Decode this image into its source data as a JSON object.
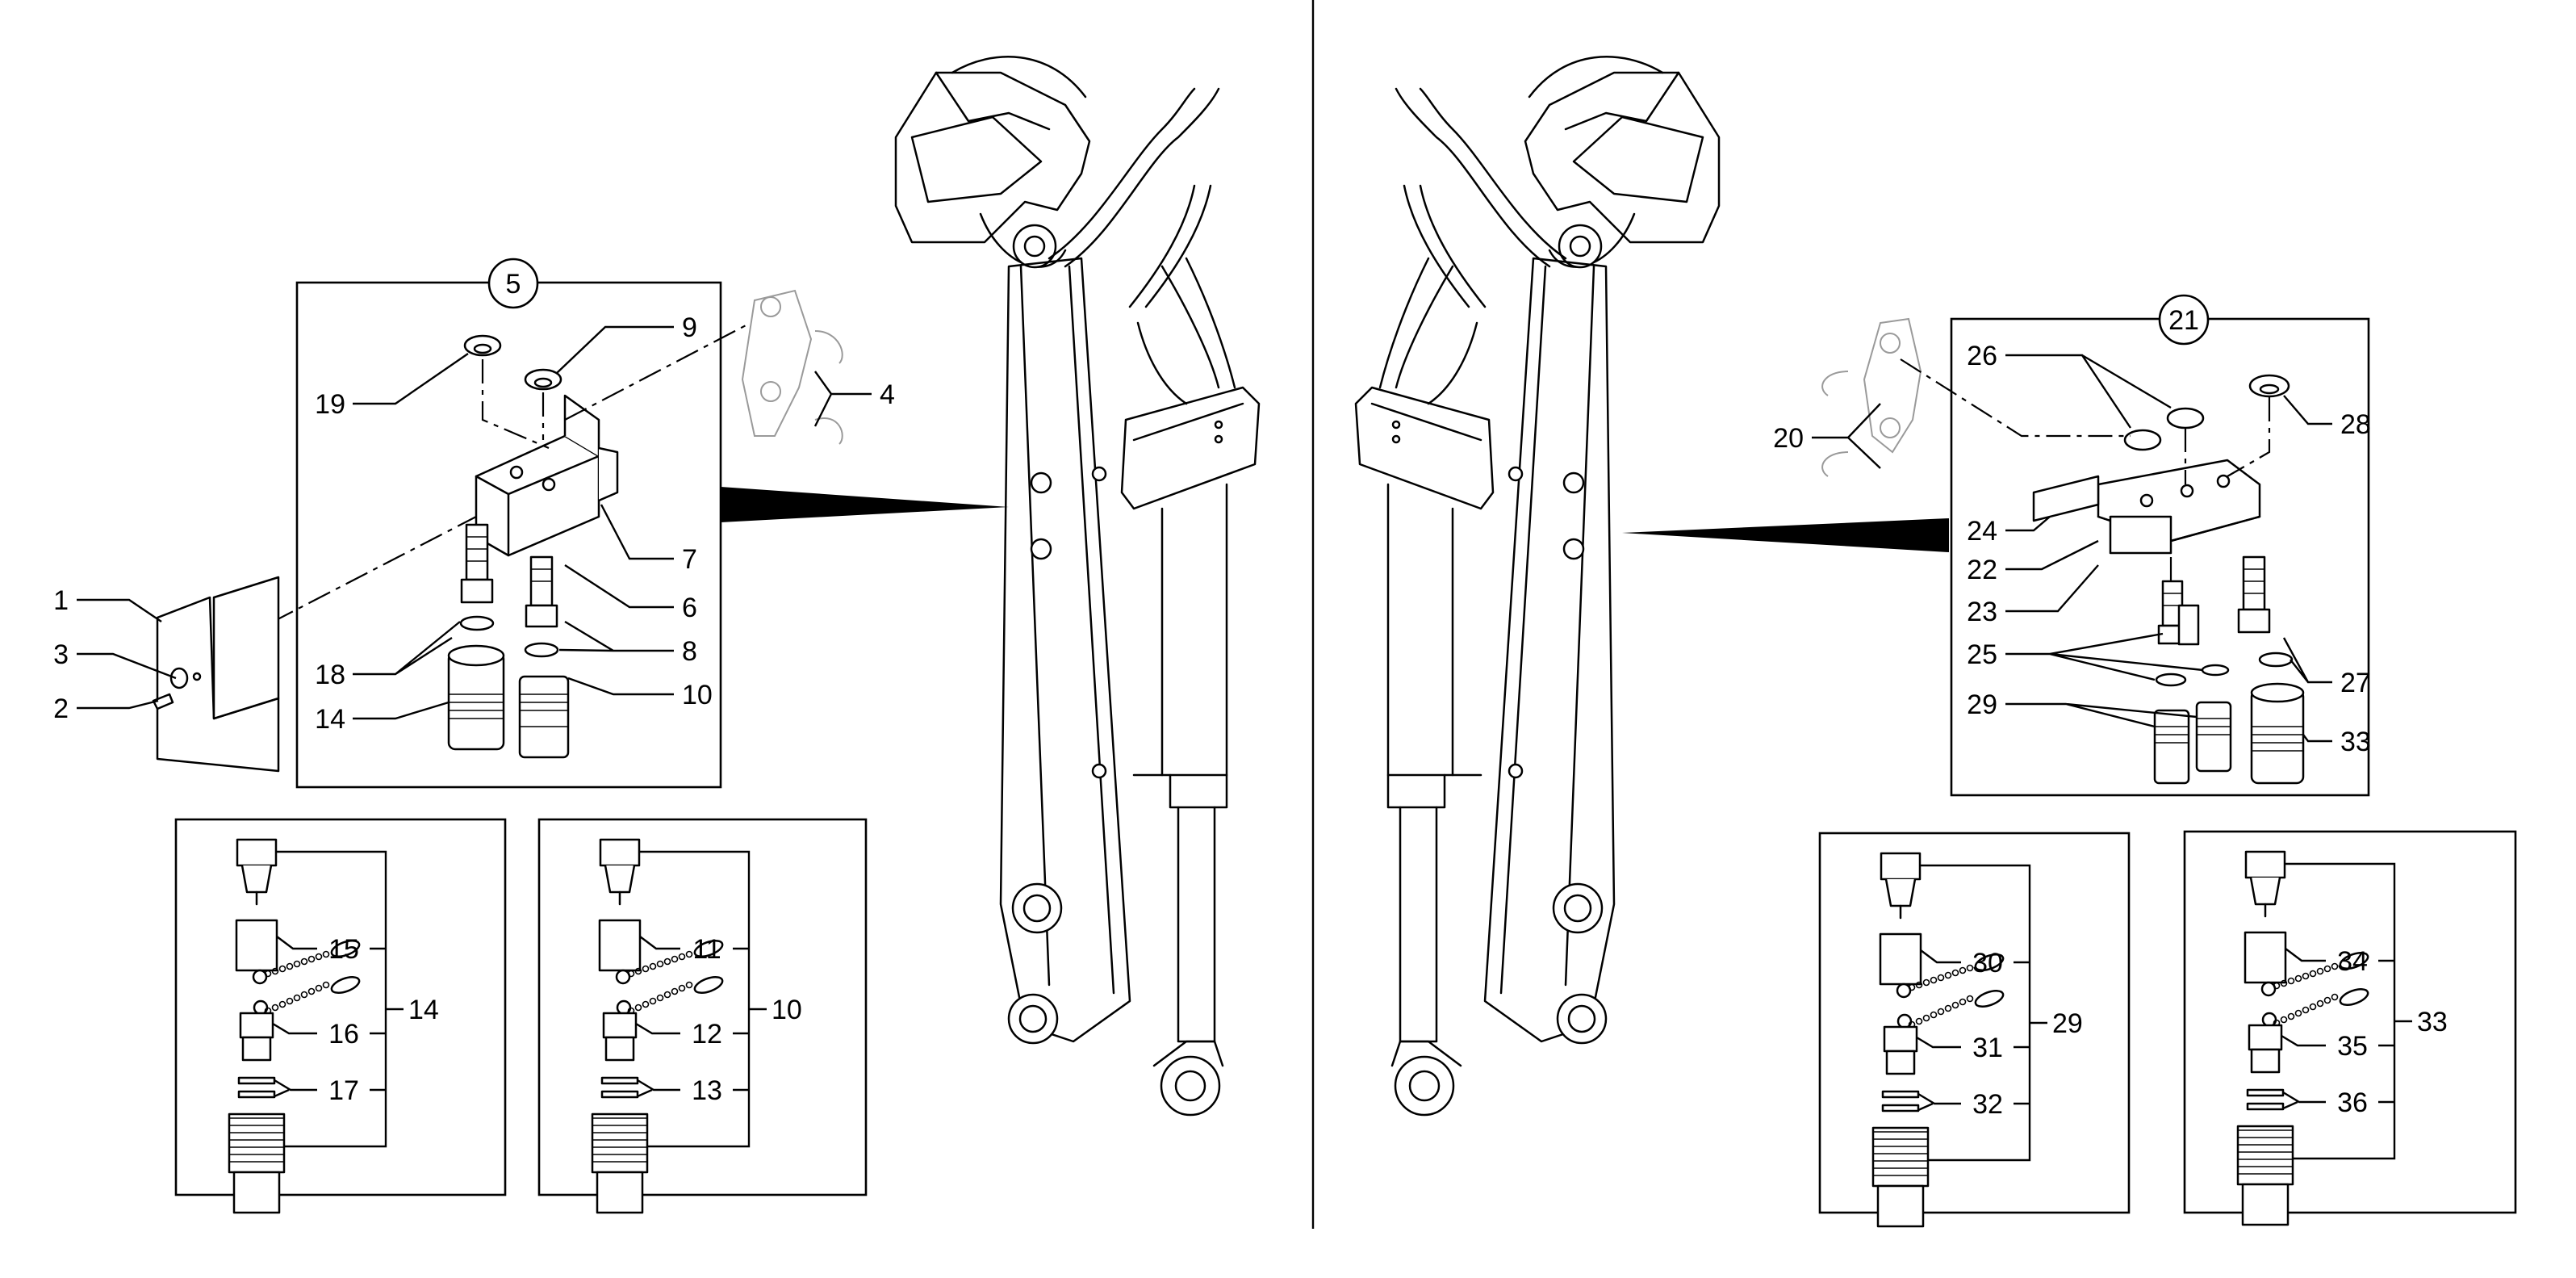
{
  "detail_left": {
    "callout": "5",
    "labels": [
      "1",
      "3",
      "2",
      "19",
      "9",
      "4",
      "7",
      "6",
      "18",
      "8",
      "14",
      "10"
    ]
  },
  "detail_right": {
    "callout": "21",
    "labels": [
      "26",
      "28",
      "20",
      "24",
      "22",
      "23",
      "25",
      "27",
      "29",
      "33"
    ]
  },
  "kit_boxes": [
    {
      "items": [
        "15",
        "16",
        "17"
      ],
      "assembly": "14"
    },
    {
      "items": [
        "11",
        "12",
        "13"
      ],
      "assembly": "10"
    },
    {
      "items": [
        "30",
        "31",
        "32"
      ],
      "assembly": "29"
    },
    {
      "items": [
        "34",
        "35",
        "36"
      ],
      "assembly": "33"
    }
  ]
}
